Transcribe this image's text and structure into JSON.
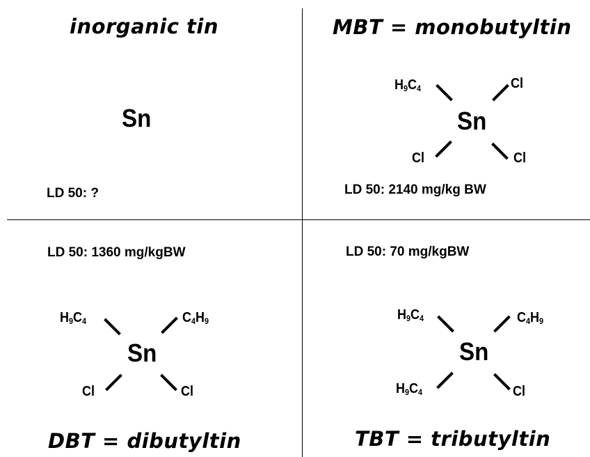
{
  "quadrants": {
    "inorganic": {
      "title": "inorganic tin",
      "center": "Sn",
      "ld50": "LD 50: ?"
    },
    "mbt": {
      "title": "MBT = monobutyltin",
      "center": "Sn",
      "ld50": "LD 50: 2140  mg/kg BW",
      "top_left": {
        "main": "H",
        "sub1": "9",
        "main2": "C",
        "sub2": "4"
      },
      "top_right": "Cl",
      "bottom_left": "Cl",
      "bottom_right": "Cl"
    },
    "dbt": {
      "title": "DBT = dibutyltin",
      "center": "Sn",
      "ld50": "LD 50: 1360  mg/kgBW",
      "top_left": {
        "main": "H",
        "sub1": "9",
        "main2": "C",
        "sub2": "4"
      },
      "top_right": {
        "main": "C",
        "sub1": "4",
        "main2": "H",
        "sub2": "9"
      },
      "bottom_left": "Cl",
      "bottom_right": "Cl"
    },
    "tbt": {
      "title": "TBT = tributyltin",
      "center": "Sn",
      "ld50": "LD 50: 70  mg/kgBW",
      "top_left": {
        "main": "H",
        "sub1": "9",
        "main2": "C",
        "sub2": "4"
      },
      "top_right": {
        "main": "C",
        "sub1": "4",
        "main2": "H",
        "sub2": "9"
      },
      "bottom_left": {
        "main": "H",
        "sub1": "9",
        "main2": "C",
        "sub2": "4"
      },
      "bottom_right": "Cl"
    }
  }
}
